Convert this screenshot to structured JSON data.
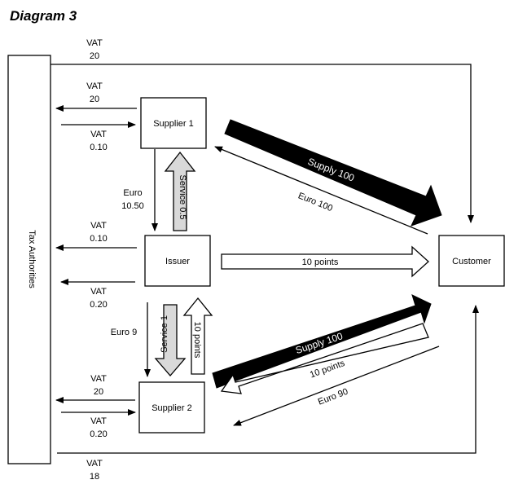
{
  "title": "Diagram 3",
  "nodes": {
    "tax_authorities": "Tax Authorities",
    "supplier1": "Supplier 1",
    "issuer": "Issuer",
    "supplier2": "Supplier 2",
    "customer": "Customer"
  },
  "labels": {
    "vat_top_1": "VAT",
    "vat_top_2": "20",
    "s1_vat_out_1": "VAT",
    "s1_vat_out_2": "20",
    "s1_vat_in_1": "VAT",
    "s1_vat_in_2": "0.10",
    "euro_1050_1": "Euro",
    "euro_1050_2": "10.50",
    "service_05": "Service 0.5",
    "supply_100_a": "Supply 100",
    "euro_100": "Euro 100",
    "issuer_vat_out_1": "VAT",
    "issuer_vat_out_2": "0.10",
    "issuer_vat_in_1": "VAT",
    "issuer_vat_in_2": "0.20",
    "points_10_customer": "10 points",
    "euro_9": "Euro 9",
    "service_1": "Service 1",
    "points_10_issuer": "10 points",
    "supply_100_b": "Supply 100",
    "points_10_s2": "10 points",
    "euro_90": "Euro 90",
    "s2_vat_out_1": "VAT",
    "s2_vat_out_2": "20",
    "s2_vat_in_1": "VAT",
    "s2_vat_in_2": "0.20",
    "vat_bottom_1": "VAT",
    "vat_bottom_2": "18"
  },
  "colors": {
    "stroke": "#000000",
    "grey_arrow": "#d9d9d9",
    "black_arrow": "#000000",
    "white": "#ffffff"
  }
}
